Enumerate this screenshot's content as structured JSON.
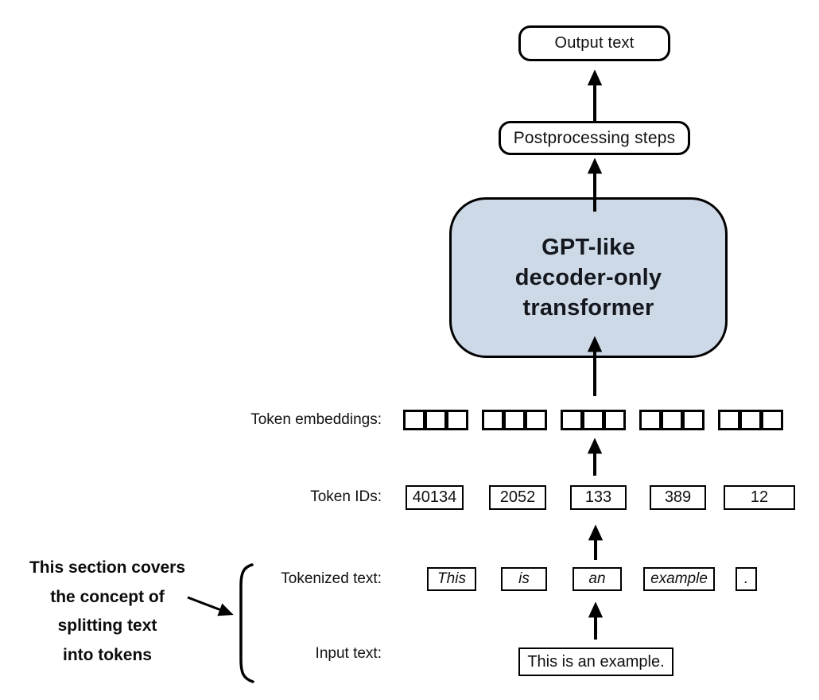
{
  "pipeline": {
    "output_box": "Output text",
    "postprocessing_box": "Postprocessing steps",
    "transformer_box": "GPT-like\ndecoder-only\ntransformer"
  },
  "rows": {
    "embeddings": {
      "label": "Token embeddings:",
      "groups": 5,
      "cells_per_group": 3
    },
    "token_ids": {
      "label": "Token IDs:",
      "values": [
        "40134",
        "2052",
        "133",
        "389",
        "12"
      ]
    },
    "tokenized": {
      "label": "Tokenized text:",
      "tokens": [
        "This",
        "is",
        "an",
        "example",
        "."
      ]
    },
    "input": {
      "label": "Input text:",
      "value": "This is an example."
    }
  },
  "annotation": {
    "text": "This section covers\nthe concept of\nsplitting text\ninto tokens"
  },
  "colors": {
    "line": "#000000",
    "transformer_fill": "#cdd9e7",
    "box_border": "#000000",
    "text": "#111111"
  }
}
